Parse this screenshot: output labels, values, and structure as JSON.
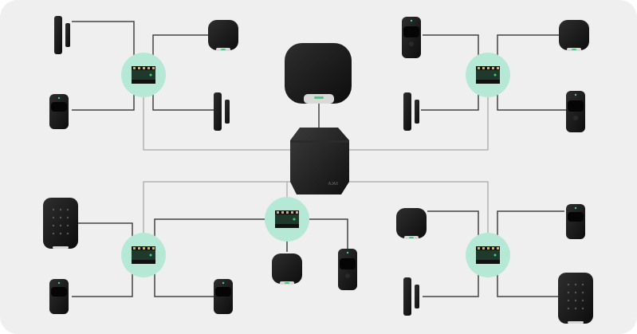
{
  "diagram": {
    "colors": {
      "panel_bg": "#efefef",
      "wire": "#444444",
      "wire_gray": "#b4b4b4",
      "device": "#1b1b1b",
      "device_dark": "#0c0c0c",
      "module_glow": "#b6e9d5",
      "module_board": "#1f3a2c",
      "led": "#3cd07f"
    },
    "hub": {
      "name": "hub",
      "icon": "hub-hybrid-icon",
      "logo_text": "AJAX"
    },
    "top_siren": {
      "icon": "street-siren-icon"
    },
    "modules": [
      {
        "id": "top-left",
        "icon": "wired-module-icon"
      },
      {
        "id": "top-right",
        "icon": "wired-module-icon"
      },
      {
        "id": "bottom-left",
        "icon": "wired-module-icon"
      },
      {
        "id": "bottom-center",
        "icon": "wired-module-icon"
      },
      {
        "id": "bottom-right",
        "icon": "wired-module-icon"
      }
    ],
    "devices": [
      {
        "id": "tl-door-contact",
        "icon": "door-contact-icon"
      },
      {
        "id": "tl-siren",
        "icon": "siren-icon"
      },
      {
        "id": "tl-motion",
        "icon": "motion-detector-icon"
      },
      {
        "id": "tl-door-contact-2",
        "icon": "door-contact-icon"
      },
      {
        "id": "tr-motion-cam",
        "icon": "motion-cam-icon"
      },
      {
        "id": "tr-siren",
        "icon": "siren-icon"
      },
      {
        "id": "tr-door-contact",
        "icon": "door-contact-icon"
      },
      {
        "id": "tr-motion-cam-2",
        "icon": "motion-cam-icon"
      },
      {
        "id": "bl-keypad",
        "icon": "keypad-icon"
      },
      {
        "id": "bl-motion",
        "icon": "motion-detector-icon"
      },
      {
        "id": "bl-motion-2",
        "icon": "motion-detector-icon"
      },
      {
        "id": "bc-siren",
        "icon": "siren-icon"
      },
      {
        "id": "bc-motion-cam",
        "icon": "motion-cam-icon"
      },
      {
        "id": "br-siren",
        "icon": "siren-icon"
      },
      {
        "id": "br-motion",
        "icon": "motion-detector-icon"
      },
      {
        "id": "br-door-contact",
        "icon": "door-contact-icon"
      },
      {
        "id": "br-keypad",
        "icon": "keypad-icon"
      }
    ]
  }
}
